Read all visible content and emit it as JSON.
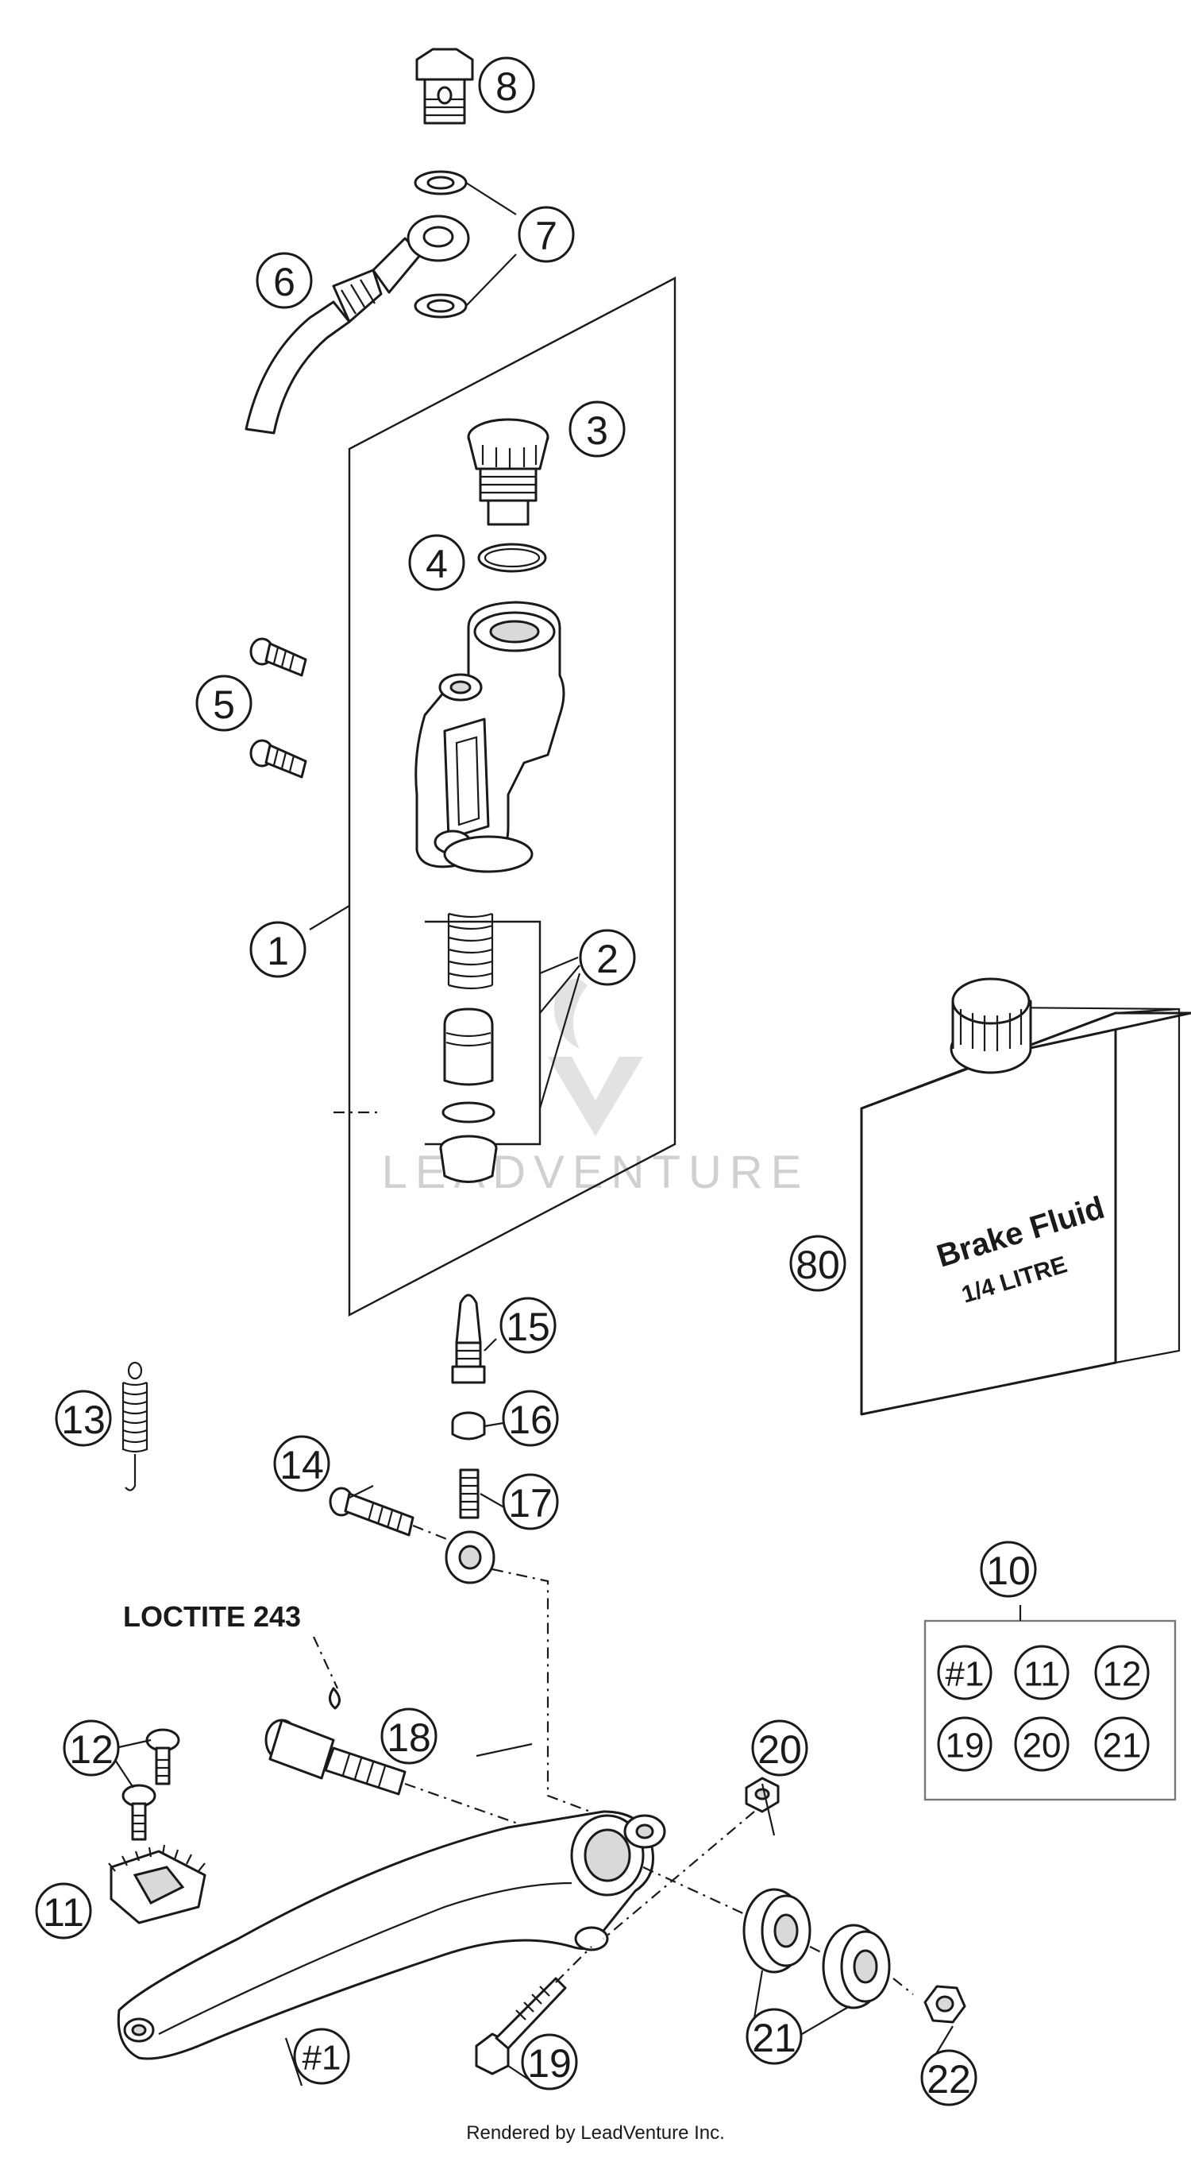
{
  "callouts": {
    "c1": "1",
    "c2": "2",
    "c3": "3",
    "c4": "4",
    "c5": "5",
    "c6": "6",
    "c7": "7",
    "c8": "8",
    "c10": "10",
    "c11": "11",
    "c12": "12",
    "c13": "13",
    "c14": "14",
    "c15": "15",
    "c16": "16",
    "c17": "17",
    "c18": "18",
    "c19": "19",
    "c20": "20",
    "c21": "21",
    "c22": "22",
    "c80": "80",
    "c_pedal": "#1"
  },
  "kit10": {
    "items": [
      "#1",
      "11",
      "12",
      "19",
      "20",
      "21"
    ]
  },
  "note": "LOCTITE 243",
  "fluid": {
    "line1": "Brake Fluid",
    "line2": "1/4 LITRE"
  },
  "watermark": "LEADVENTURE",
  "credit": "Rendered by LeadVenture Inc."
}
